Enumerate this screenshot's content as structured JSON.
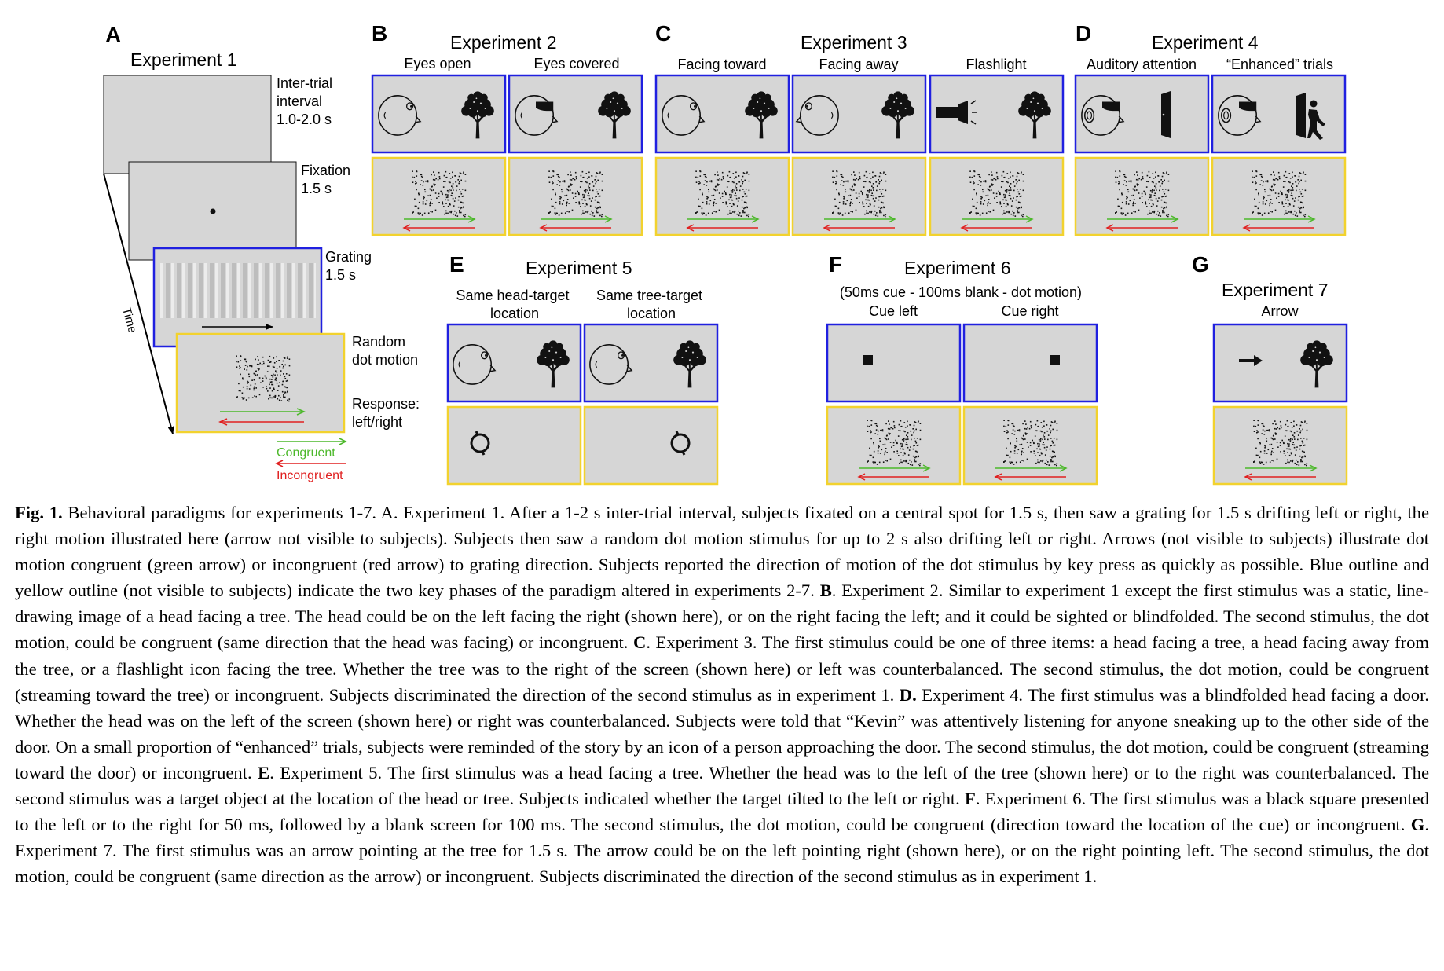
{
  "panels": {
    "A": {
      "letter": "A",
      "title": "Experiment 1",
      "iti": [
        "Inter-trial",
        "interval",
        "1.0-2.0 s"
      ],
      "fixation": [
        "Fixation",
        "1.5 s"
      ],
      "grating": [
        "Grating",
        "1.5 s"
      ],
      "rdm": [
        "Random",
        "dot motion"
      ],
      "response": [
        "Response:",
        "left/right"
      ],
      "time": "Time",
      "congruent": "Congruent",
      "incongruent": "Incongruent"
    },
    "B": {
      "letter": "B",
      "title": "Experiment 2",
      "sub": [
        "Eyes open",
        "Eyes covered"
      ]
    },
    "C": {
      "letter": "C",
      "title": "Experiment 3",
      "sub": [
        "Facing toward",
        "Facing away",
        "Flashlight"
      ]
    },
    "D": {
      "letter": "D",
      "title": "Experiment 4",
      "sub": [
        "Auditory attention",
        "“Enhanced” trials"
      ]
    },
    "E": {
      "letter": "E",
      "title": "Experiment 5",
      "sub": [
        [
          "Same head-target",
          "location"
        ],
        [
          "Same tree-target",
          "location"
        ]
      ]
    },
    "F": {
      "letter": "F",
      "title": "Experiment 6",
      "paren": "(50ms cue - 100ms blank - dot motion)",
      "sub": [
        "Cue left",
        "Cue right"
      ]
    },
    "G": {
      "letter": "G",
      "title": "Experiment 7",
      "sub": [
        "Arrow"
      ]
    }
  },
  "colors": {
    "blue": "#2020e0",
    "yellow": "#f2d22e",
    "green": "#4cb82a",
    "red": "#e02020",
    "gray": "#d6d6d6"
  },
  "caption": {
    "fig_label": "Fig. 1.",
    "segments": [
      {
        "t": "Fig. 1.",
        "b": true
      },
      {
        "t": " Behavioral paradigms for experiments 1-7. A. Experiment 1. After a 1-2 s inter-trial interval, subjects fixated on a central spot for 1.5 s, then saw a grating for 1.5 s drifting left or right, the right motion illustrated here (arrow not visible to subjects). Subjects then saw a random dot motion stimulus for up to 2 s also drifting left or right. Arrows (not visible to subjects) illustrate dot motion congruent (green arrow) or incongruent (red arrow) to grating direction. Subjects reported the direction of motion of the dot stimulus by key press as quickly as possible. Blue outline and yellow outline (not visible to subjects) indicate the two key phases of the paradigm altered in experiments 2-7. ",
        "b": false
      },
      {
        "t": "B",
        "b": true
      },
      {
        "t": ". Experiment 2. Similar to experiment 1 except the first stimulus was a static, line-drawing image of a head facing a tree. The head could be on the left facing the right (shown here), or on the right facing the left; and it could be sighted or blindfolded. The second stimulus, the dot motion, could be congruent (same direction that the head was facing) or incongruent. ",
        "b": false
      },
      {
        "t": "C",
        "b": true
      },
      {
        "t": ". Experiment 3. The first stimulus could be one of three items: a head facing a tree, a head facing away from the tree, or a flashlight icon facing the tree. Whether the tree was to the right of the screen (shown here) or left was counterbalanced. The second stimulus, the dot motion, could be congruent (streaming toward the tree) or incongruent. Subjects discriminated the direction of the second stimulus as in experiment 1. ",
        "b": false
      },
      {
        "t": "D.",
        "b": true
      },
      {
        "t": " Experiment 4. The first stimulus was a blindfolded head facing a door. Whether the head was on the left of the screen (shown here) or right was counterbalanced. Subjects were told that “Kevin” was attentively listening for anyone sneaking up to the other side of the door. On a small proportion of “enhanced” trials, subjects were reminded of the story by an icon of a person approaching the door. The second stimulus, the dot motion, could be congruent (streaming toward the door) or incongruent. ",
        "b": false
      },
      {
        "t": "E",
        "b": true
      },
      {
        "t": ". Experiment 5. The first stimulus was a head facing a tree. Whether the head was to the left of the tree (shown here) or to the right was counterbalanced. The second stimulus was a target object at the location of the head or tree. Subjects indicated whether the target tilted to the left or right. ",
        "b": false
      },
      {
        "t": "F",
        "b": true
      },
      {
        "t": ". Experiment 6. The first stimulus was a black square presented to the left or to the right for 50 ms, followed by a blank screen for 100 ms. The second stimulus, the dot motion, could be congruent (direction toward the location of the cue) or incongruent. ",
        "b": false
      },
      {
        "t": "G",
        "b": true
      },
      {
        "t": ". Experiment 7. The first stimulus was an arrow pointing at the tree for 1.5 s. The arrow could be on the left pointing right (shown here), or on the right pointing left. The second stimulus, the dot motion, could be congruent (same direction as the arrow) or incongruent. Subjects discriminated the direction of the second stimulus as in experiment 1.",
        "b": false
      }
    ]
  }
}
